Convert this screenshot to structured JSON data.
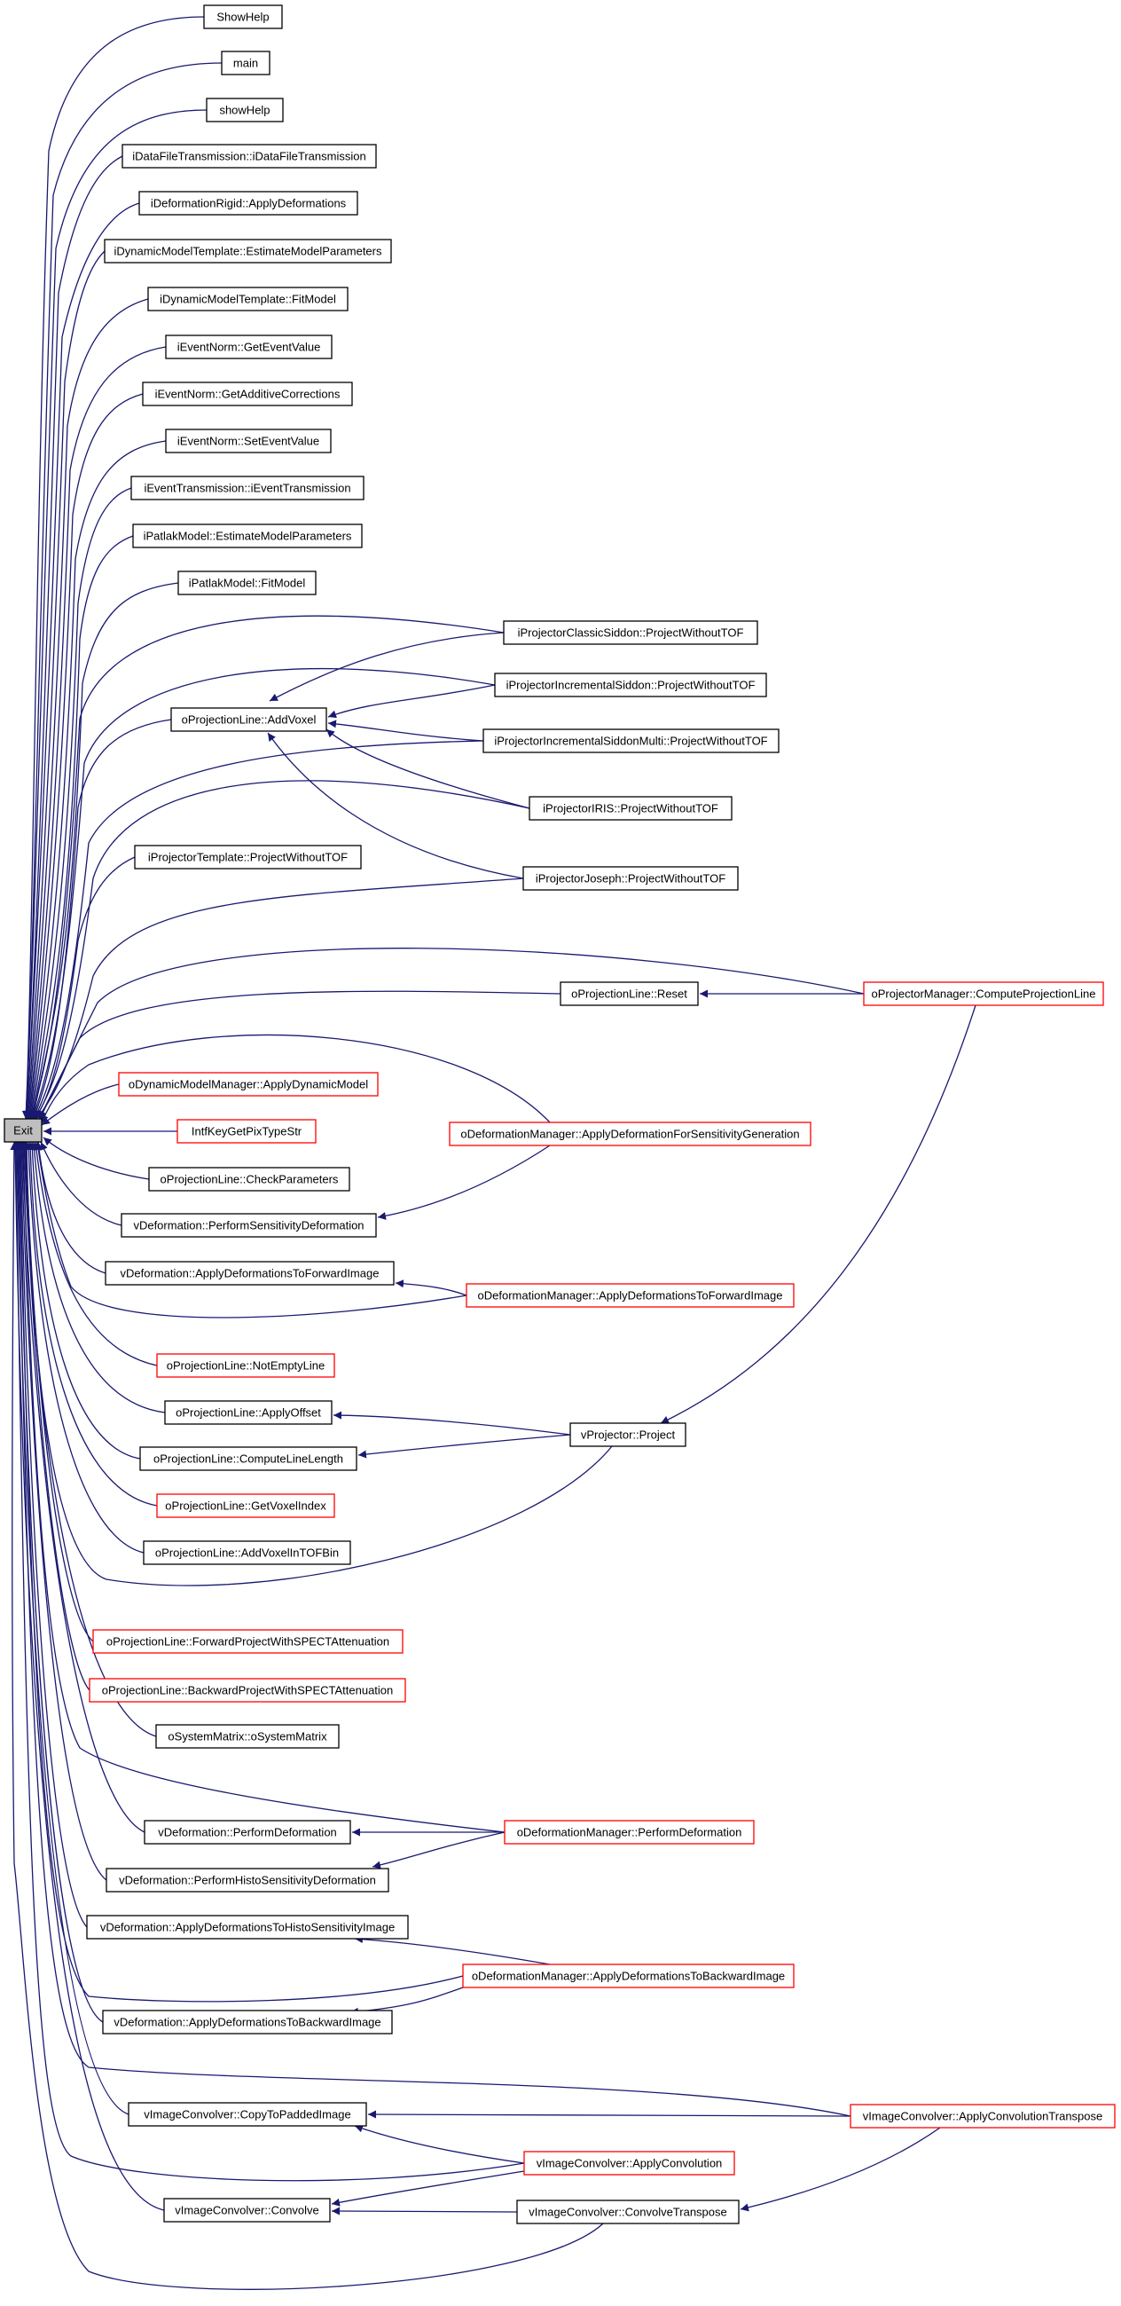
{
  "graph": {
    "root": "Exit",
    "colors": {
      "edge": "#191970",
      "border_normal": "#000000",
      "border_truncated": "#ff0000",
      "root_fill": "#bfbfbf"
    },
    "nodes": [
      {
        "id": "n1",
        "label": "ShowHelp",
        "truncated": false
      },
      {
        "id": "n2",
        "label": "main",
        "truncated": false
      },
      {
        "id": "n3",
        "label": "showHelp",
        "truncated": false
      },
      {
        "id": "n4",
        "label": "iDataFileTransmission::iDataFileTransmission",
        "truncated": false
      },
      {
        "id": "n5",
        "label": "iDeformationRigid::ApplyDeformations",
        "truncated": false
      },
      {
        "id": "n6",
        "label": "iDynamicModelTemplate::EstimateModelParameters",
        "truncated": false
      },
      {
        "id": "n7",
        "label": "iDynamicModelTemplate::FitModel",
        "truncated": false
      },
      {
        "id": "n8",
        "label": "iEventNorm::GetEventValue",
        "truncated": false
      },
      {
        "id": "n9",
        "label": "iEventNorm::GetAdditiveCorrections",
        "truncated": false
      },
      {
        "id": "n10",
        "label": "iEventNorm::SetEventValue",
        "truncated": false
      },
      {
        "id": "n11",
        "label": "iEventTransmission::iEventTransmission",
        "truncated": false
      },
      {
        "id": "n12",
        "label": "iPatlakModel::EstimateModelParameters",
        "truncated": false
      },
      {
        "id": "n13",
        "label": "iPatlakModel::FitModel",
        "truncated": false
      },
      {
        "id": "n14",
        "label": "iProjectorClassicSiddon::ProjectWithoutTOF",
        "truncated": false
      },
      {
        "id": "n15",
        "label": "iProjectorIncrementalSiddon::ProjectWithoutTOF",
        "truncated": false
      },
      {
        "id": "n16",
        "label": "oProjectionLine::AddVoxel",
        "truncated": false
      },
      {
        "id": "n17",
        "label": "iProjectorIncrementalSiddonMulti::ProjectWithoutTOF",
        "truncated": false
      },
      {
        "id": "n18",
        "label": "iProjectorIRIS::ProjectWithoutTOF",
        "truncated": false
      },
      {
        "id": "n19",
        "label": "iProjectorTemplate::ProjectWithoutTOF",
        "truncated": false
      },
      {
        "id": "n20",
        "label": "iProjectorJoseph::ProjectWithoutTOF",
        "truncated": false
      },
      {
        "id": "n21",
        "label": "oProjectionLine::Reset",
        "truncated": false
      },
      {
        "id": "n22",
        "label": "oProjectorManager::ComputeProjectionLine",
        "truncated": true
      },
      {
        "id": "n23",
        "label": "oDynamicModelManager::ApplyDynamicModel",
        "truncated": true
      },
      {
        "id": "root",
        "label": "Exit",
        "truncated": false
      },
      {
        "id": "n24",
        "label": "IntfKeyGetPixTypeStr",
        "truncated": true
      },
      {
        "id": "n25",
        "label": "oDeformationManager::ApplyDeformationForSensitivityGeneration",
        "truncated": true
      },
      {
        "id": "n26",
        "label": "oProjectionLine::CheckParameters",
        "truncated": false
      },
      {
        "id": "n27",
        "label": "vDeformation::PerformSensitivityDeformation",
        "truncated": false
      },
      {
        "id": "n28",
        "label": "vDeformation::ApplyDeformationsToForwardImage",
        "truncated": false
      },
      {
        "id": "n29",
        "label": "oDeformationManager::ApplyDeformationsToForwardImage",
        "truncated": true
      },
      {
        "id": "n30",
        "label": "oProjectionLine::NotEmptyLine",
        "truncated": true
      },
      {
        "id": "n31",
        "label": "oProjectionLine::ApplyOffset",
        "truncated": false
      },
      {
        "id": "n32",
        "label": "vProjector::Project",
        "truncated": false
      },
      {
        "id": "n33",
        "label": "oProjectionLine::ComputeLineLength",
        "truncated": false
      },
      {
        "id": "n34",
        "label": "oProjectionLine::GetVoxelIndex",
        "truncated": true
      },
      {
        "id": "n35",
        "label": "oProjectionLine::AddVoxelInTOFBin",
        "truncated": false
      },
      {
        "id": "n36",
        "label": "oProjectionLine::ForwardProjectWithSPECTAttenuation",
        "truncated": true
      },
      {
        "id": "n37",
        "label": "oProjectionLine::BackwardProjectWithSPECTAttenuation",
        "truncated": true
      },
      {
        "id": "n38",
        "label": "oSystemMatrix::oSystemMatrix",
        "truncated": false
      },
      {
        "id": "n39",
        "label": "vDeformation::PerformDeformation",
        "truncated": false
      },
      {
        "id": "n40",
        "label": "oDeformationManager::PerformDeformation",
        "truncated": true
      },
      {
        "id": "n41",
        "label": "vDeformation::PerformHistoSensitivityDeformation",
        "truncated": false
      },
      {
        "id": "n42",
        "label": "vDeformation::ApplyDeformationsToHistoSensitivityImage",
        "truncated": false
      },
      {
        "id": "n43",
        "label": "oDeformationManager::ApplyDeformationsToBackwardImage",
        "truncated": true
      },
      {
        "id": "n44",
        "label": "vDeformation::ApplyDeformationsToBackwardImage",
        "truncated": false
      },
      {
        "id": "n45",
        "label": "vImageConvolver::CopyToPaddedImage",
        "truncated": false
      },
      {
        "id": "n46",
        "label": "vImageConvolver::ApplyConvolutionTranspose",
        "truncated": true
      },
      {
        "id": "n47",
        "label": "vImageConvolver::ApplyConvolution",
        "truncated": true
      },
      {
        "id": "n48",
        "label": "vImageConvolver::Convolve",
        "truncated": false
      },
      {
        "id": "n49",
        "label": "vImageConvolver::ConvolveTranspose",
        "truncated": false
      }
    ],
    "edges": [
      [
        "n1",
        "root"
      ],
      [
        "n2",
        "root"
      ],
      [
        "n3",
        "root"
      ],
      [
        "n4",
        "root"
      ],
      [
        "n5",
        "root"
      ],
      [
        "n6",
        "root"
      ],
      [
        "n7",
        "root"
      ],
      [
        "n8",
        "root"
      ],
      [
        "n9",
        "root"
      ],
      [
        "n10",
        "root"
      ],
      [
        "n11",
        "root"
      ],
      [
        "n12",
        "root"
      ],
      [
        "n13",
        "root"
      ],
      [
        "n14",
        "root"
      ],
      [
        "n15",
        "root"
      ],
      [
        "n16",
        "root"
      ],
      [
        "n17",
        "root"
      ],
      [
        "n18",
        "root"
      ],
      [
        "n19",
        "root"
      ],
      [
        "n20",
        "root"
      ],
      [
        "n14",
        "n16"
      ],
      [
        "n15",
        "n16"
      ],
      [
        "n17",
        "n16"
      ],
      [
        "n18",
        "n16"
      ],
      [
        "n20",
        "n16"
      ],
      [
        "n22",
        "root"
      ],
      [
        "n21",
        "root"
      ],
      [
        "n22",
        "n21"
      ],
      [
        "n25",
        "root"
      ],
      [
        "n23",
        "root"
      ],
      [
        "n24",
        "root"
      ],
      [
        "n26",
        "root"
      ],
      [
        "n27",
        "root"
      ],
      [
        "n25",
        "n27"
      ],
      [
        "n28",
        "root"
      ],
      [
        "n29",
        "root"
      ],
      [
        "n29",
        "n28"
      ],
      [
        "n30",
        "root"
      ],
      [
        "n31",
        "root"
      ],
      [
        "n33",
        "root"
      ],
      [
        "n34",
        "root"
      ],
      [
        "n35",
        "root"
      ],
      [
        "n32",
        "root"
      ],
      [
        "n32",
        "n31"
      ],
      [
        "n32",
        "n33"
      ],
      [
        "n22",
        "n32"
      ],
      [
        "n36",
        "root"
      ],
      [
        "n37",
        "root"
      ],
      [
        "n38",
        "root"
      ],
      [
        "n40",
        "root"
      ],
      [
        "n39",
        "root"
      ],
      [
        "n40",
        "n39"
      ],
      [
        "n41",
        "root"
      ],
      [
        "n40",
        "n41"
      ],
      [
        "n42",
        "root"
      ],
      [
        "n43",
        "root"
      ],
      [
        "n43",
        "n42"
      ],
      [
        "n44",
        "root"
      ],
      [
        "n43",
        "n44"
      ],
      [
        "n46",
        "root"
      ],
      [
        "n45",
        "root"
      ],
      [
        "n46",
        "n45"
      ],
      [
        "n47",
        "root"
      ],
      [
        "n47",
        "n45"
      ],
      [
        "n48",
        "root"
      ],
      [
        "n47",
        "n48"
      ],
      [
        "n49",
        "root"
      ],
      [
        "n49",
        "n48"
      ],
      [
        "n46",
        "n49"
      ]
    ]
  }
}
